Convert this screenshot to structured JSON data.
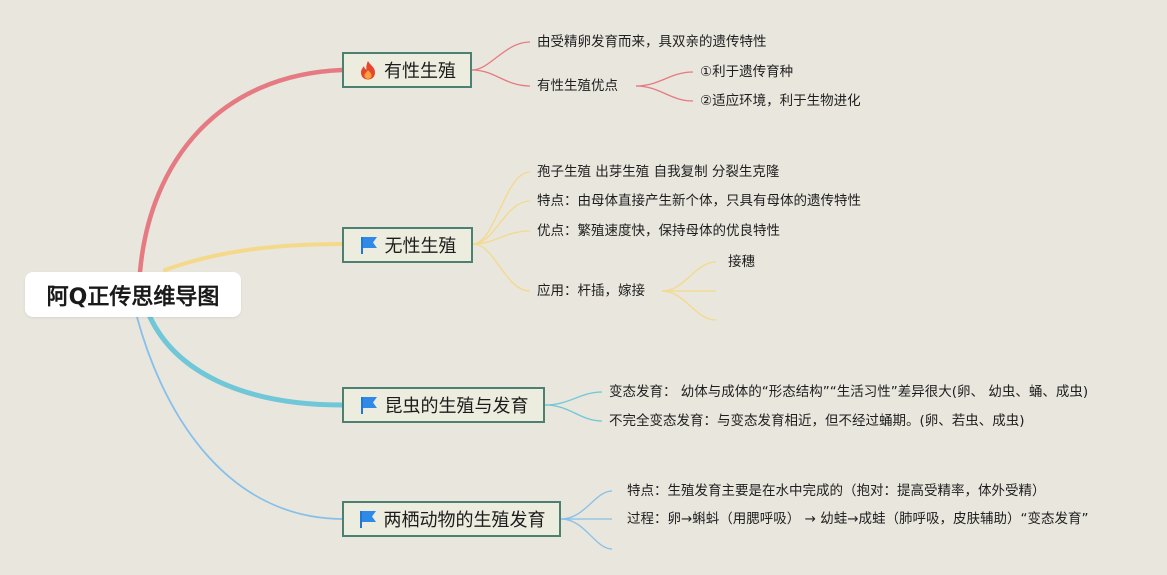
{
  "root": {
    "title": "阿Q正传思维导图"
  },
  "branches": [
    {
      "label": "有性生殖",
      "icon": "fire-icon",
      "color": "#e67a82",
      "items": [
        {
          "text": "由受精卵发育而来，具双亲的遗传特性"
        },
        {
          "text": "有性生殖优点",
          "children": [
            "①利于遗传育种",
            "②适应环境，利于生物进化"
          ]
        }
      ]
    },
    {
      "label": "无性生殖",
      "icon": "blue-flag-icon",
      "color": "#f5d98a",
      "items": [
        {
          "text": "孢子生殖 出芽生殖 自我复制 分裂生克隆"
        },
        {
          "text": "特点：由母体直接产生新个体，只具有母体的遗传特性"
        },
        {
          "text": "优点：繁殖速度快，保持母体的优良特性"
        },
        {
          "text": "应用：杆插，嫁接",
          "children": [
            "接穗",
            "",
            ""
          ]
        }
      ]
    },
    {
      "label": "昆虫的生殖与发育",
      "icon": "blue-flag-icon",
      "color": "#6fc7d8",
      "items": [
        {
          "text": "变态发育：  幼体与成体的“形态结构”“生活习性”差异很大(卵、  幼虫、蛹、成虫)"
        },
        {
          "text": "不完全变态发育：与变态发育相近，但不经过蛹期。(卵、若虫、成虫)"
        }
      ]
    },
    {
      "label": "两栖动物的生殖发育",
      "icon": "blue-flag-icon",
      "color": "#86c0ea",
      "items": [
        {
          "text": "特点：生殖发育主要是在水中完成的（抱对：提高受精率，体外受精）"
        },
        {
          "text": "过程：卵→蝌蚪（用腮呼吸） → 幼蛙→成蛙（肺呼吸，皮肤辅助）“变态发育”"
        },
        {
          "text": ""
        }
      ]
    }
  ]
}
